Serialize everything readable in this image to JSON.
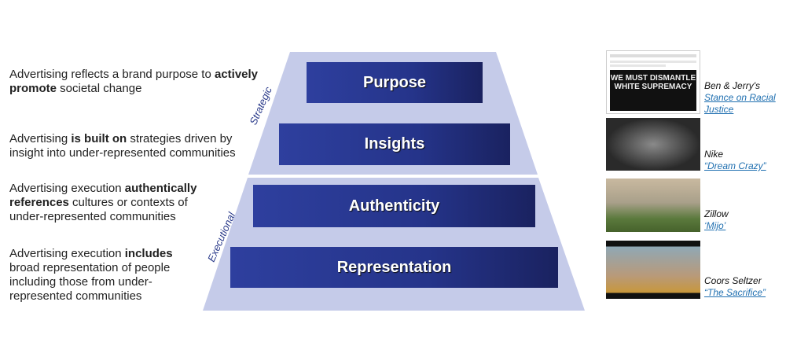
{
  "descriptions": [
    {
      "parts": [
        "Advertising reflects a brand purpose to ",
        "actively promote",
        " societal change"
      ]
    },
    {
      "parts": [
        "Advertising ",
        "is built on",
        " strategies driven by insight into under-represented communities"
      ]
    },
    {
      "parts": [
        "Advertising execution ",
        "authentically references",
        " cultures or contexts of under-represented communities"
      ]
    },
    {
      "parts": [
        "Advertising execution ",
        "includes",
        " broad representation of people including those from under-represented communities"
      ]
    }
  ],
  "pyramid": {
    "levels": [
      "Purpose",
      "Insights",
      "Authenticity",
      "Representation"
    ],
    "groups": {
      "strategic": "Strategic",
      "executional": "Executional"
    }
  },
  "examples": [
    {
      "brand": "Ben & Jerry's",
      "link": "Stance on Racial Justice",
      "image_text": "WE MUST DISMANTLE WHITE SUPREMACY"
    },
    {
      "brand": "Nike",
      "link": "“Dream Crazy”"
    },
    {
      "brand": "Zillow",
      "link": "‘Mijo’"
    },
    {
      "brand": "Coors Seltzer",
      "link": "“The Sacrifice”"
    }
  ]
}
